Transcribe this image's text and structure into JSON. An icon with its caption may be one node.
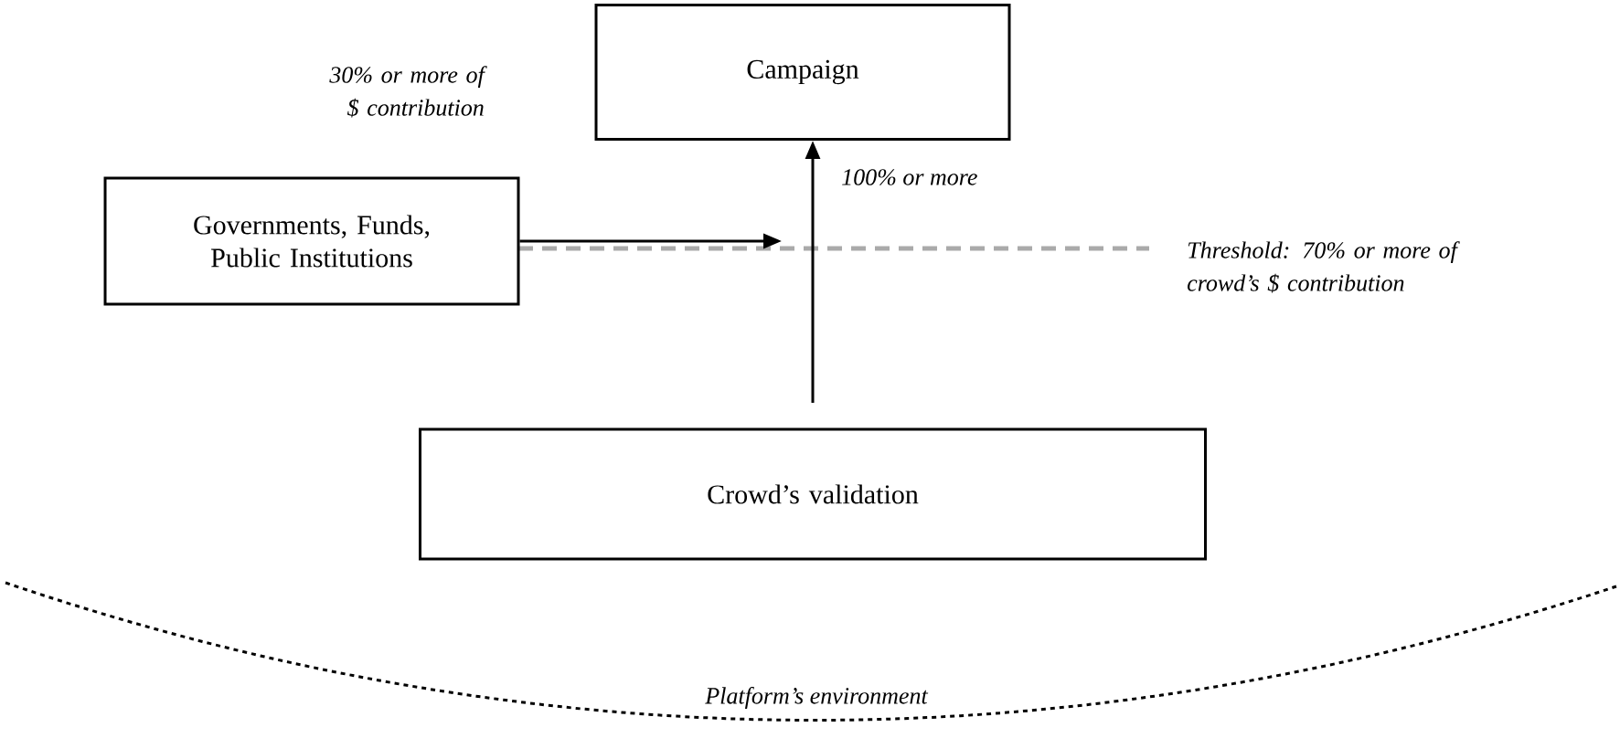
{
  "diagram": {
    "nodes": [
      {
        "text": [
          "Campaign"
        ]
      },
      {
        "text": [
          "Governments, Funds, Public Institutions"
        ]
      },
      {
        "text": [
          "Crowd’s validation"
        ]
      }
    ],
    "edges": [
      {
        "from": 1,
        "to": null,
        "arrow": "to"
      },
      {
        "from": 2,
        "to": 0,
        "arrow": "to",
        "label": "100% or more"
      }
    ],
    "labels": [
      "30% or more of $ contribution",
      "Threshold: 70% or more of crowd’s $ contribution",
      "Platform’s environment"
    ]
  }
}
